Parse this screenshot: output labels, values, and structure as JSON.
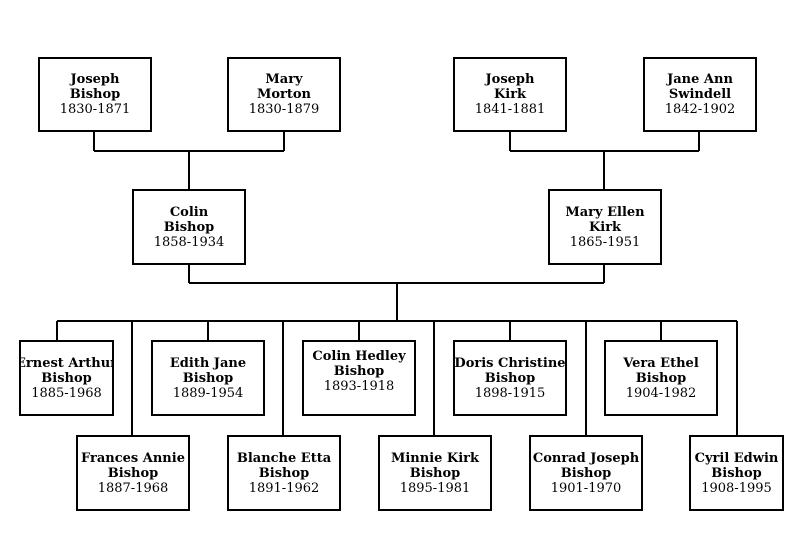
{
  "line_color": "#000000",
  "box_border_color": "#000000",
  "people": {
    "joseph_bishop": {
      "line1": "Joseph",
      "line2": "Bishop",
      "dates": "1830-1871"
    },
    "mary_morton": {
      "line1": "Mary",
      "line2": "Morton",
      "dates": "1830-1879"
    },
    "joseph_kirk": {
      "line1": "Joseph",
      "line2": "Kirk",
      "dates": "1841-1881"
    },
    "jane_ann_swindell": {
      "line1": "Jane Ann",
      "line2": "Swindell",
      "dates": "1842-1902"
    },
    "colin_bishop": {
      "line1": "Colin",
      "line2": "Bishop",
      "dates": "1858-1934"
    },
    "mary_ellen_kirk": {
      "line1": "Mary Ellen",
      "line2": "Kirk",
      "dates": "1865-1951"
    },
    "ernest_arthur": {
      "line1": "Ernest Arthur",
      "line2": "Bishop",
      "dates": "1885-1968"
    },
    "frances_annie": {
      "line1": "Frances Annie",
      "line2": "Bishop",
      "dates": "1887-1968"
    },
    "edith_jane": {
      "line1": "Edith Jane",
      "line2": "Bishop",
      "dates": "1889-1954"
    },
    "blanche_etta": {
      "line1": "Blanche Etta",
      "line2": "Bishop",
      "dates": "1891-1962"
    },
    "colin_hedley": {
      "line1": "Colin Hedley",
      "line2": "Bishop",
      "dates": "1893-1918"
    },
    "minnie_kirk": {
      "line1": "Minnie Kirk",
      "line2": "Bishop",
      "dates": "1895-1981"
    },
    "doris_christine": {
      "line1": "Doris Christine",
      "line2": "Bishop",
      "dates": "1898-1915"
    },
    "conrad_joseph": {
      "line1": "Conrad Joseph",
      "line2": "Bishop",
      "dates": "1901-1970"
    },
    "vera_ethel": {
      "line1": "Vera Ethel",
      "line2": "Bishop",
      "dates": "1904-1982"
    },
    "cyril_edwin": {
      "line1": "Cyril Edwin",
      "line2": "Bishop",
      "dates": "1908-1995"
    }
  }
}
